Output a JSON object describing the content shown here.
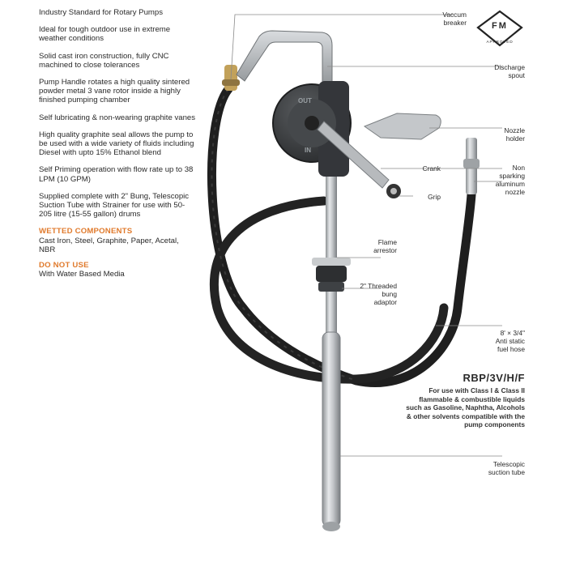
{
  "features": [
    "Industry Standard for Rotary Pumps",
    "Ideal for tough outdoor use in extreme weather conditions",
    "Solid cast iron construction, fully CNC machined to close tolerances",
    "Pump Handle rotates a high quality sintered powder metal 3 vane rotor inside a highly finished pumping chamber",
    "Self lubricating & non-wearing graphite vanes",
    "High quality graphite seal allows the pump to be used with a wide variety of fluids including Diesel with upto 15% Ethanol blend",
    "Self Priming operation with flow rate up to 38 LPM (10 GPM)",
    "Supplied complete with 2\" Bung, Telescopic Suction Tube with Strainer for use with 50-205 litre (15-55 gallon) drums"
  ],
  "wetted": {
    "title": "WETTED COMPONENTS",
    "text": "Cast Iron, Steel, Graphite, Paper, Acetal, NBR"
  },
  "donotuse": {
    "title": "DO NOT USE",
    "text": "With Water Based Media"
  },
  "callouts": {
    "vaccum": [
      "Vaccum",
      "breaker"
    ],
    "discharge": [
      "Discharge",
      "spout"
    ],
    "nozzle_holder": [
      "Nozzle",
      "holder"
    ],
    "crank": "Crank",
    "non_sparking": [
      "Non",
      "sparking",
      "aluminum",
      "nozzle"
    ],
    "grip": "Grip",
    "flame": [
      "Flame",
      "arrestor"
    ],
    "bung": [
      "2\" Threaded",
      "bung",
      "adaptor"
    ],
    "hose": [
      "8' × 3/4\"",
      "Anti static",
      "fuel hose"
    ],
    "telescopic": [
      "Telescopic",
      "suction tube"
    ]
  },
  "model": {
    "title": "RBP/3V/H/F",
    "desc": "For use with Class I & Class II flammable & combustible liquids such as Gasoline, Naphtha, Alcohols & other solvents compatible with the pump components"
  },
  "badge": {
    "letters": "FM",
    "sub": "APPROVED"
  },
  "pump_labels": {
    "out": "OUT",
    "in": "IN"
  },
  "colors": {
    "accent": "#e07a2c",
    "hose": "#1f1f1f",
    "metal": "#b9bcbf",
    "castiron": "#3a3c3e"
  }
}
